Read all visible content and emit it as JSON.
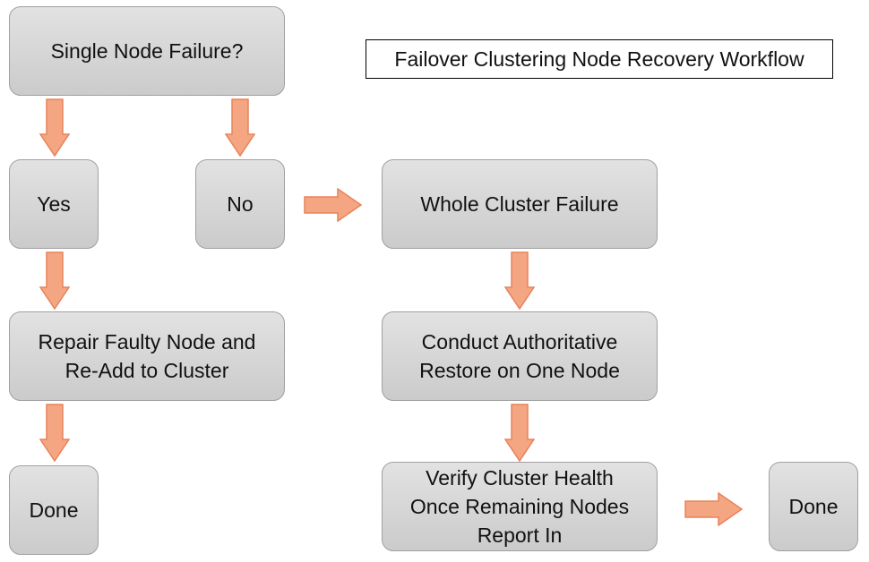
{
  "title": "Failover Clustering Node Recovery Workflow",
  "colors": {
    "arrow_fill": "#f4a582",
    "arrow_stroke": "#e8835a",
    "node_fill": "#d6d6d6"
  },
  "nodes": {
    "single_node_failure": "Single Node Failure?",
    "yes": "Yes",
    "no": "No",
    "whole_cluster_failure": "Whole Cluster Failure",
    "repair_node": "Repair Faulty Node and\nRe-Add to Cluster",
    "authoritative_restore": "Conduct Authoritative\nRestore on One Node",
    "done_left": "Done",
    "verify_health": "Verify Cluster Health\nOnce Remaining Nodes\nReport In",
    "done_right": "Done"
  }
}
